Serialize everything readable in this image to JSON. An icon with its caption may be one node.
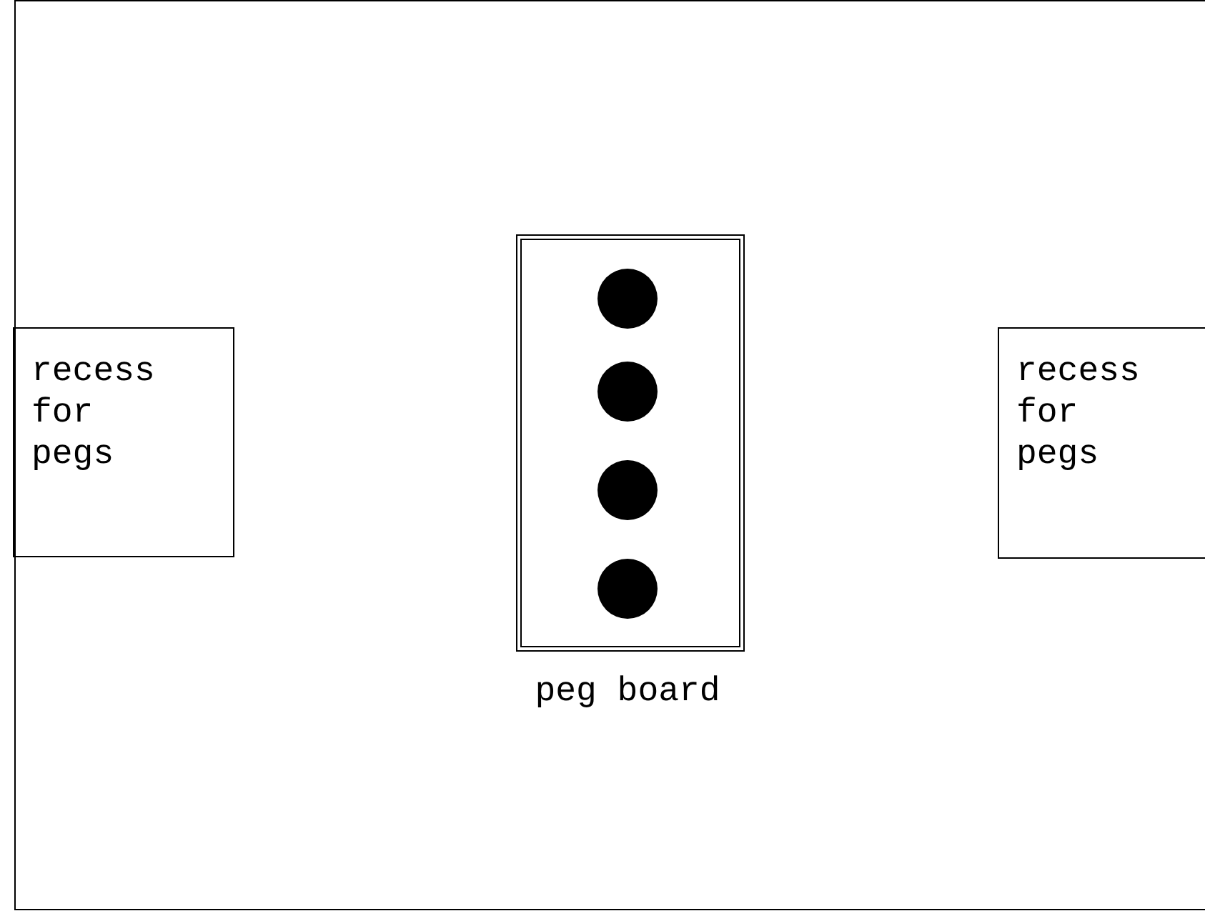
{
  "diagram": {
    "nodes": [
      {
        "text": [],
        "shape": "box"
      },
      {
        "text": [
          "recess for pegs"
        ],
        "in": 0
      },
      {
        "text": [
          "peg board"
        ],
        "in": 0
      },
      {
        "text": [],
        "shape": "circle",
        "in": 2
      },
      {
        "text": [],
        "shape": "circle",
        "in": 2
      },
      {
        "text": [],
        "shape": "circle",
        "in": 2
      },
      {
        "text": [],
        "shape": "circle",
        "in": 2
      },
      {
        "text": [
          "recess for pegs"
        ],
        "in": 0
      }
    ],
    "edges": []
  }
}
